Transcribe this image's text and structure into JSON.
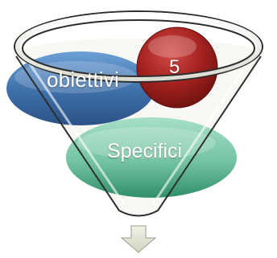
{
  "shapes": {
    "objectives": {
      "label": "obiettivi"
    },
    "specific": {
      "label": "Specifici"
    },
    "number": {
      "label": "5"
    }
  },
  "colors": {
    "blue": "#3e6fa8",
    "green": "#74c3a4",
    "red": "#a3211f",
    "funnel_fill": "#f2f1eb",
    "funnel_stroke": "#2d2d2d",
    "arrow_fill": "#e3e7d6"
  },
  "icons": {
    "funnel": "funnel-icon",
    "arrow": "down-arrow-icon"
  }
}
